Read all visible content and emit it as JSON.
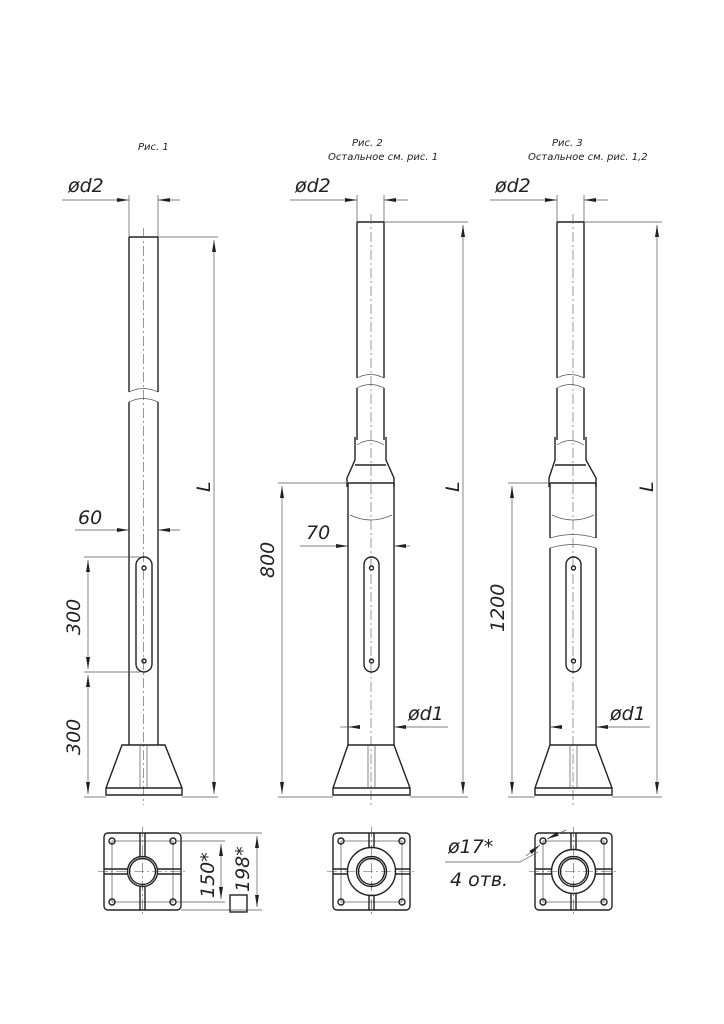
{
  "figures": [
    {
      "caption": "Рис. 1",
      "note": "",
      "d2": "ød2",
      "length": "L",
      "slot_width": "60",
      "slot_height": "300",
      "slot_offset": "300"
    },
    {
      "caption": "Рис. 2",
      "note": "Остальное см. рис. 1",
      "d2": "ød2",
      "length": "L",
      "slot_width": "70",
      "sleeve_height": "800",
      "d1": "ød1"
    },
    {
      "caption": "Рис. 3",
      "note": "Остальное см. рис. 1,2",
      "d2": "ød2",
      "length": "L",
      "sleeve_height": "1200",
      "d1": "ød1"
    }
  ],
  "base_plate": {
    "hole_spacing": "150*",
    "plate_size": "198*",
    "hole_diameter": "ø17*",
    "hole_count": "4 отв."
  },
  "colors": {
    "line": "#222222",
    "thin": "#555555"
  }
}
